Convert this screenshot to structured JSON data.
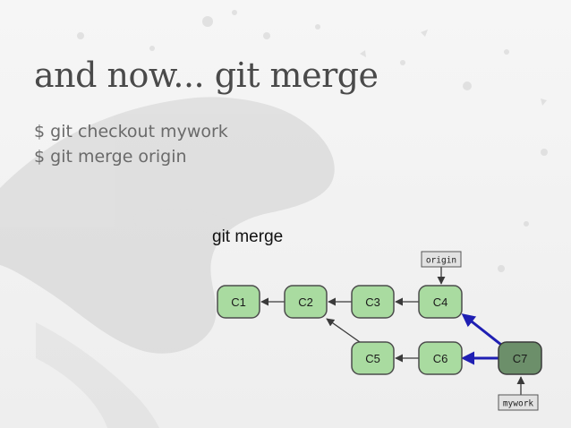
{
  "slide": {
    "title": "and now... git merge",
    "commands": [
      "$ git checkout mywork",
      "$ git merge origin"
    ]
  },
  "diagram": {
    "title": "git merge",
    "commits": [
      {
        "id": "c1",
        "label": "C1",
        "style": "normal"
      },
      {
        "id": "c2",
        "label": "C2",
        "style": "normal"
      },
      {
        "id": "c3",
        "label": "C3",
        "style": "normal"
      },
      {
        "id": "c4",
        "label": "C4",
        "style": "normal"
      },
      {
        "id": "c5",
        "label": "C5",
        "style": "normal"
      },
      {
        "id": "c6",
        "label": "C6",
        "style": "normal"
      },
      {
        "id": "c7",
        "label": "C7",
        "style": "merge"
      }
    ],
    "refs": [
      {
        "id": "origin",
        "label": "origin",
        "points_to": "c4"
      },
      {
        "id": "mywork",
        "label": "mywork",
        "points_to": "c7"
      }
    ],
    "edges": [
      {
        "from": "c2",
        "to": "c1",
        "kind": "parent"
      },
      {
        "from": "c3",
        "to": "c2",
        "kind": "parent"
      },
      {
        "from": "c4",
        "to": "c3",
        "kind": "parent"
      },
      {
        "from": "c5",
        "to": "c2",
        "kind": "parent"
      },
      {
        "from": "c6",
        "to": "c5",
        "kind": "parent"
      },
      {
        "from": "c7",
        "to": "c6",
        "kind": "merge"
      },
      {
        "from": "c7",
        "to": "c4",
        "kind": "merge"
      }
    ],
    "colors": {
      "commit_fill": "#a9dba0",
      "commit_stroke": "#4c4c4c",
      "merge_fill": "#6c8f6a",
      "parent_arrow": "#3a3a3a",
      "merge_arrow": "#1f1fb3",
      "ref_fill": "#e2e2e2",
      "ref_stroke": "#555555"
    }
  }
}
